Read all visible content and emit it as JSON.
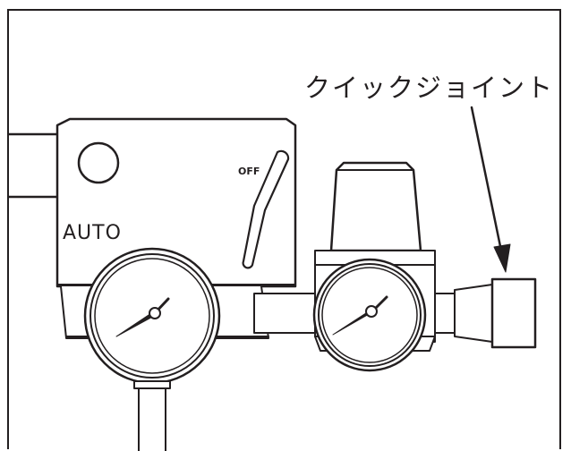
{
  "callout": {
    "label": "クイックジョイント"
  },
  "unit": {
    "mode_label": "AUTO",
    "switch_label": "OFF"
  },
  "colors": {
    "line": "#231f20",
    "background": "#ffffff"
  }
}
